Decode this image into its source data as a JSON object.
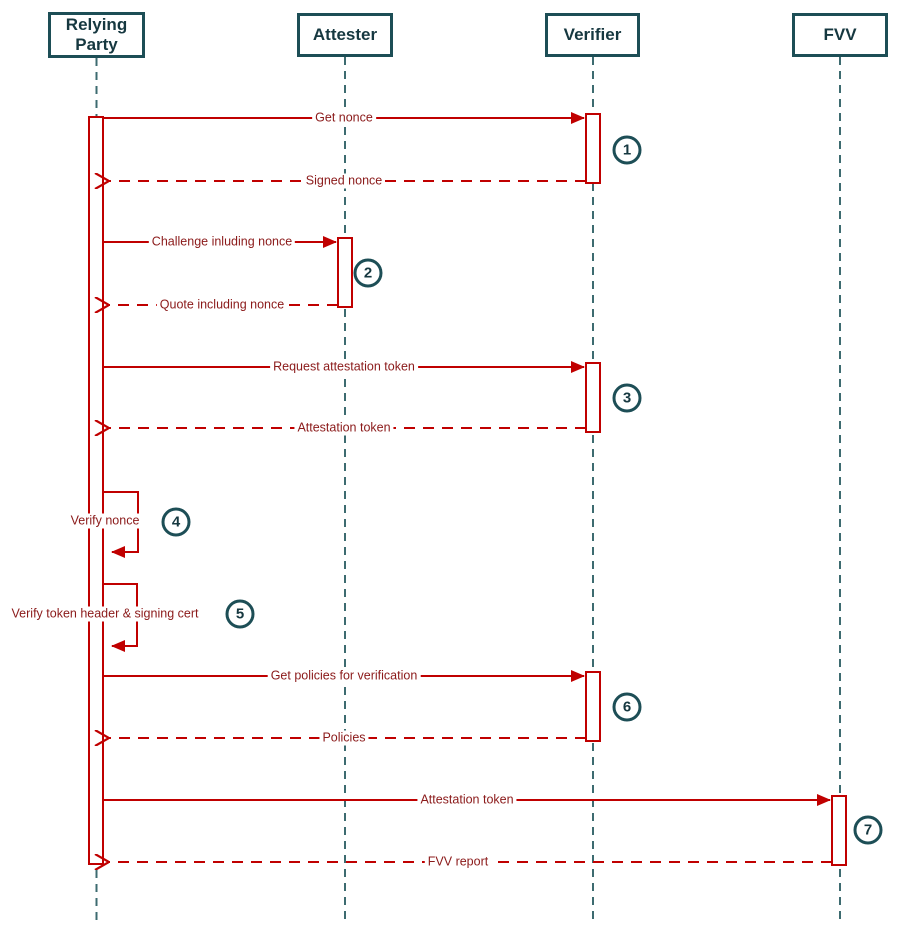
{
  "diagram_type": "uml-sequence-diagram",
  "colors": {
    "actor_border": "#1d4e56",
    "actor_text": "#163840",
    "lifeline": "#3d6b70",
    "message_line": "#c00000",
    "message_text": "#8b1a1a",
    "step_badge_ring": "#1d4e56",
    "background": "#ffffff"
  },
  "actors": [
    {
      "id": "relying-party",
      "label": "Relying Party",
      "line1": "Relying",
      "line2": "Party"
    },
    {
      "id": "attester",
      "label": "Attester"
    },
    {
      "id": "verifier",
      "label": "Verifier"
    },
    {
      "id": "fvv",
      "label": "FVV"
    }
  ],
  "steps": [
    {
      "num": "1",
      "from": "Relying Party",
      "to": "Verifier",
      "call": "Get nonce",
      "return": "Signed nonce"
    },
    {
      "num": "2",
      "from": "Relying Party",
      "to": "Attester",
      "call": "Challenge inluding nonce",
      "return": "Quote including nonce"
    },
    {
      "num": "3",
      "from": "Relying Party",
      "to": "Verifier",
      "call": "Request attestation token",
      "return": "Attestation token"
    },
    {
      "num": "4",
      "from": "Relying Party",
      "to": "Relying Party",
      "self_message": true,
      "call": "Verify nonce"
    },
    {
      "num": "5",
      "from": "Relying Party",
      "to": "Relying Party",
      "self_message": true,
      "call": "Verify token header & signing cert"
    },
    {
      "num": "6",
      "from": "Relying Party",
      "to": "Verifier",
      "call": "Get policies for verification",
      "return": "Policies"
    },
    {
      "num": "7",
      "from": "Relying Party",
      "to": "FVV",
      "call": "Attestation token",
      "return": "FVV report"
    }
  ]
}
